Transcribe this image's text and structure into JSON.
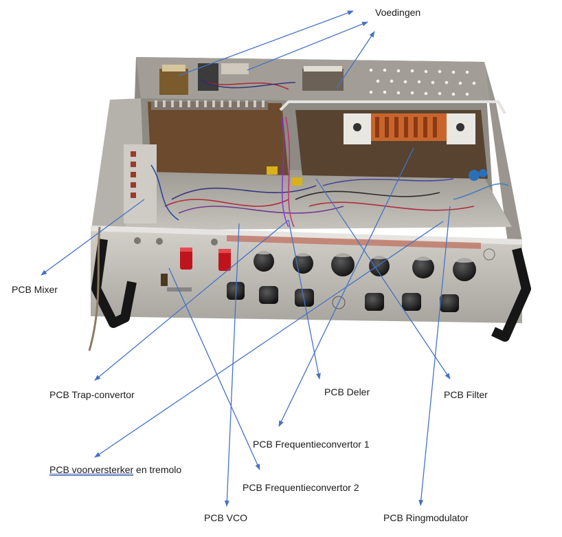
{
  "labels": {
    "voedingen": "Voedingen",
    "mixer": "PCB Mixer",
    "trap_convertor": "PCB Trap-convertor",
    "deler": "PCB Deler",
    "filter": "PCB Filter",
    "freq_conv_1": "PCB Frequentieconvertor 1",
    "voorversterker_prefix": "PCB voorversterker",
    "voorversterker_suffix": " en tremolo",
    "freq_conv_2": "PCB Frequentieconvertor 2",
    "vco": "PCB VCO",
    "ringmodulator": "PCB Ringmodulator"
  },
  "colors": {
    "arrow": "#4472c4",
    "metal": "#b9b6b0",
    "board_brown": "#6b4a2e",
    "knob_black": "#1b1b1b",
    "knob_red": "#c0141c",
    "terminal_orange": "#c9652c"
  }
}
